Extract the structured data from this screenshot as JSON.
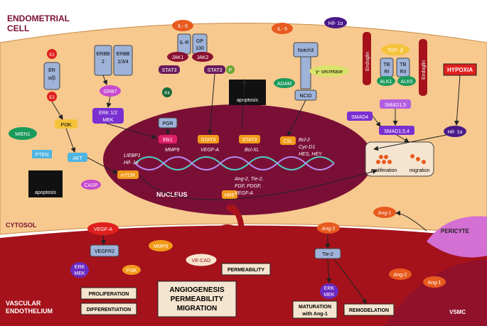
{
  "regions": {
    "cell_title": [
      "ENDOMETRIAL",
      "CELL"
    ],
    "cytosol": "CYTOSOL",
    "endothelium": [
      "VASCULAR",
      "ENDOTHELIUM"
    ],
    "nucleus": "NUCLEUS",
    "vsmc": "VSMC",
    "pericyte": "PERICYTE"
  },
  "receptors": {
    "er": [
      "ER",
      "α/β"
    ],
    "erbb2": [
      "ERBB",
      "2"
    ],
    "erbb134": [
      "ERBB",
      "1/3/4"
    ],
    "ilr": [
      "IL-R"
    ],
    "gp130": [
      "GP",
      "130"
    ],
    "notch3": "Notch3",
    "tbri": [
      "TB",
      "RI"
    ],
    "tbrii": [
      "TB",
      "RII"
    ],
    "endoglin": "Endoglin",
    "pgr": "PGR",
    "vegfr2": "VEGFR2",
    "tie2": "Tie-2"
  },
  "molecules": {
    "e2": "E2",
    "il6": "IL- 6",
    "jak1": "JAK1",
    "jak2": "JAK2",
    "stat3": "STAT3",
    "p": "P",
    "p4": "P4",
    "hif1a": "Hif- 1α",
    "gamma_secretase": "γ- secretase",
    "adam": "ADAM",
    "ncid": "NCID",
    "tgfb": "TGF- β",
    "alk1": "ALK1",
    "alk5": "ALK5",
    "smad15": "SMAD1,5",
    "smad4": "SMAD4",
    "smad154": "SMAD1,5,4",
    "hypoxia": "HYPOXIA",
    "grb7": "GRB7",
    "erk_mek": [
      "ERK 1/2",
      "MEK"
    ],
    "pi3k": "PI3K",
    "mien1": "MIEN1",
    "pten": "PTEN",
    "akt": "AKT",
    "casp": "CASP",
    "mtor": "mTOR",
    "elk1": "Elk1",
    "csl": "CSL",
    "hre": "HRE",
    "vegfa": "VEGF-A",
    "mmp9": "MMP9",
    "ang1": "Ang-1",
    "ang2": "Ang-2",
    "ve_cad": "VE-CAD",
    "erk": "ERK",
    "mek": "MEK"
  },
  "targets": {
    "mtor_genes": [
      "LIEBP1",
      "Hif- 1α"
    ],
    "elk1_gene": "MMP9",
    "stat3_gene1": "VEGF-A",
    "stat3_gene2": "Bcl-XL",
    "csl_genes": [
      "Bcl-2",
      "Cyc-D1",
      "HES, HEY"
    ],
    "hre_genes": [
      "Ang-2, Tie-2,",
      "FGF, PDGF,",
      "VEGF-A"
    ]
  },
  "outcomes": {
    "apoptosis": "apoptosis",
    "proliferation": "proliferation",
    "migration": "migration",
    "proliferation_box": "PROLIFERATION",
    "differentiation_box": "DIFFERENTIATION",
    "permeability_box": "PERMEABILITY",
    "maturation_box": [
      "MATURATION",
      "with Ang-1"
    ],
    "remodelation_box": "REMODELATION",
    "angiogenesis": [
      "ANGIOGENESIS",
      "PERMEABILITY",
      "MIGRATION"
    ]
  },
  "colors": {
    "cytoplasm": "#f7c98f",
    "nucleus": "#7a0f36",
    "endothelium": "#a5121b",
    "accent_orange": "#f29a1a",
    "purple": "#6a2ac2",
    "green": "#1a9a5c"
  }
}
